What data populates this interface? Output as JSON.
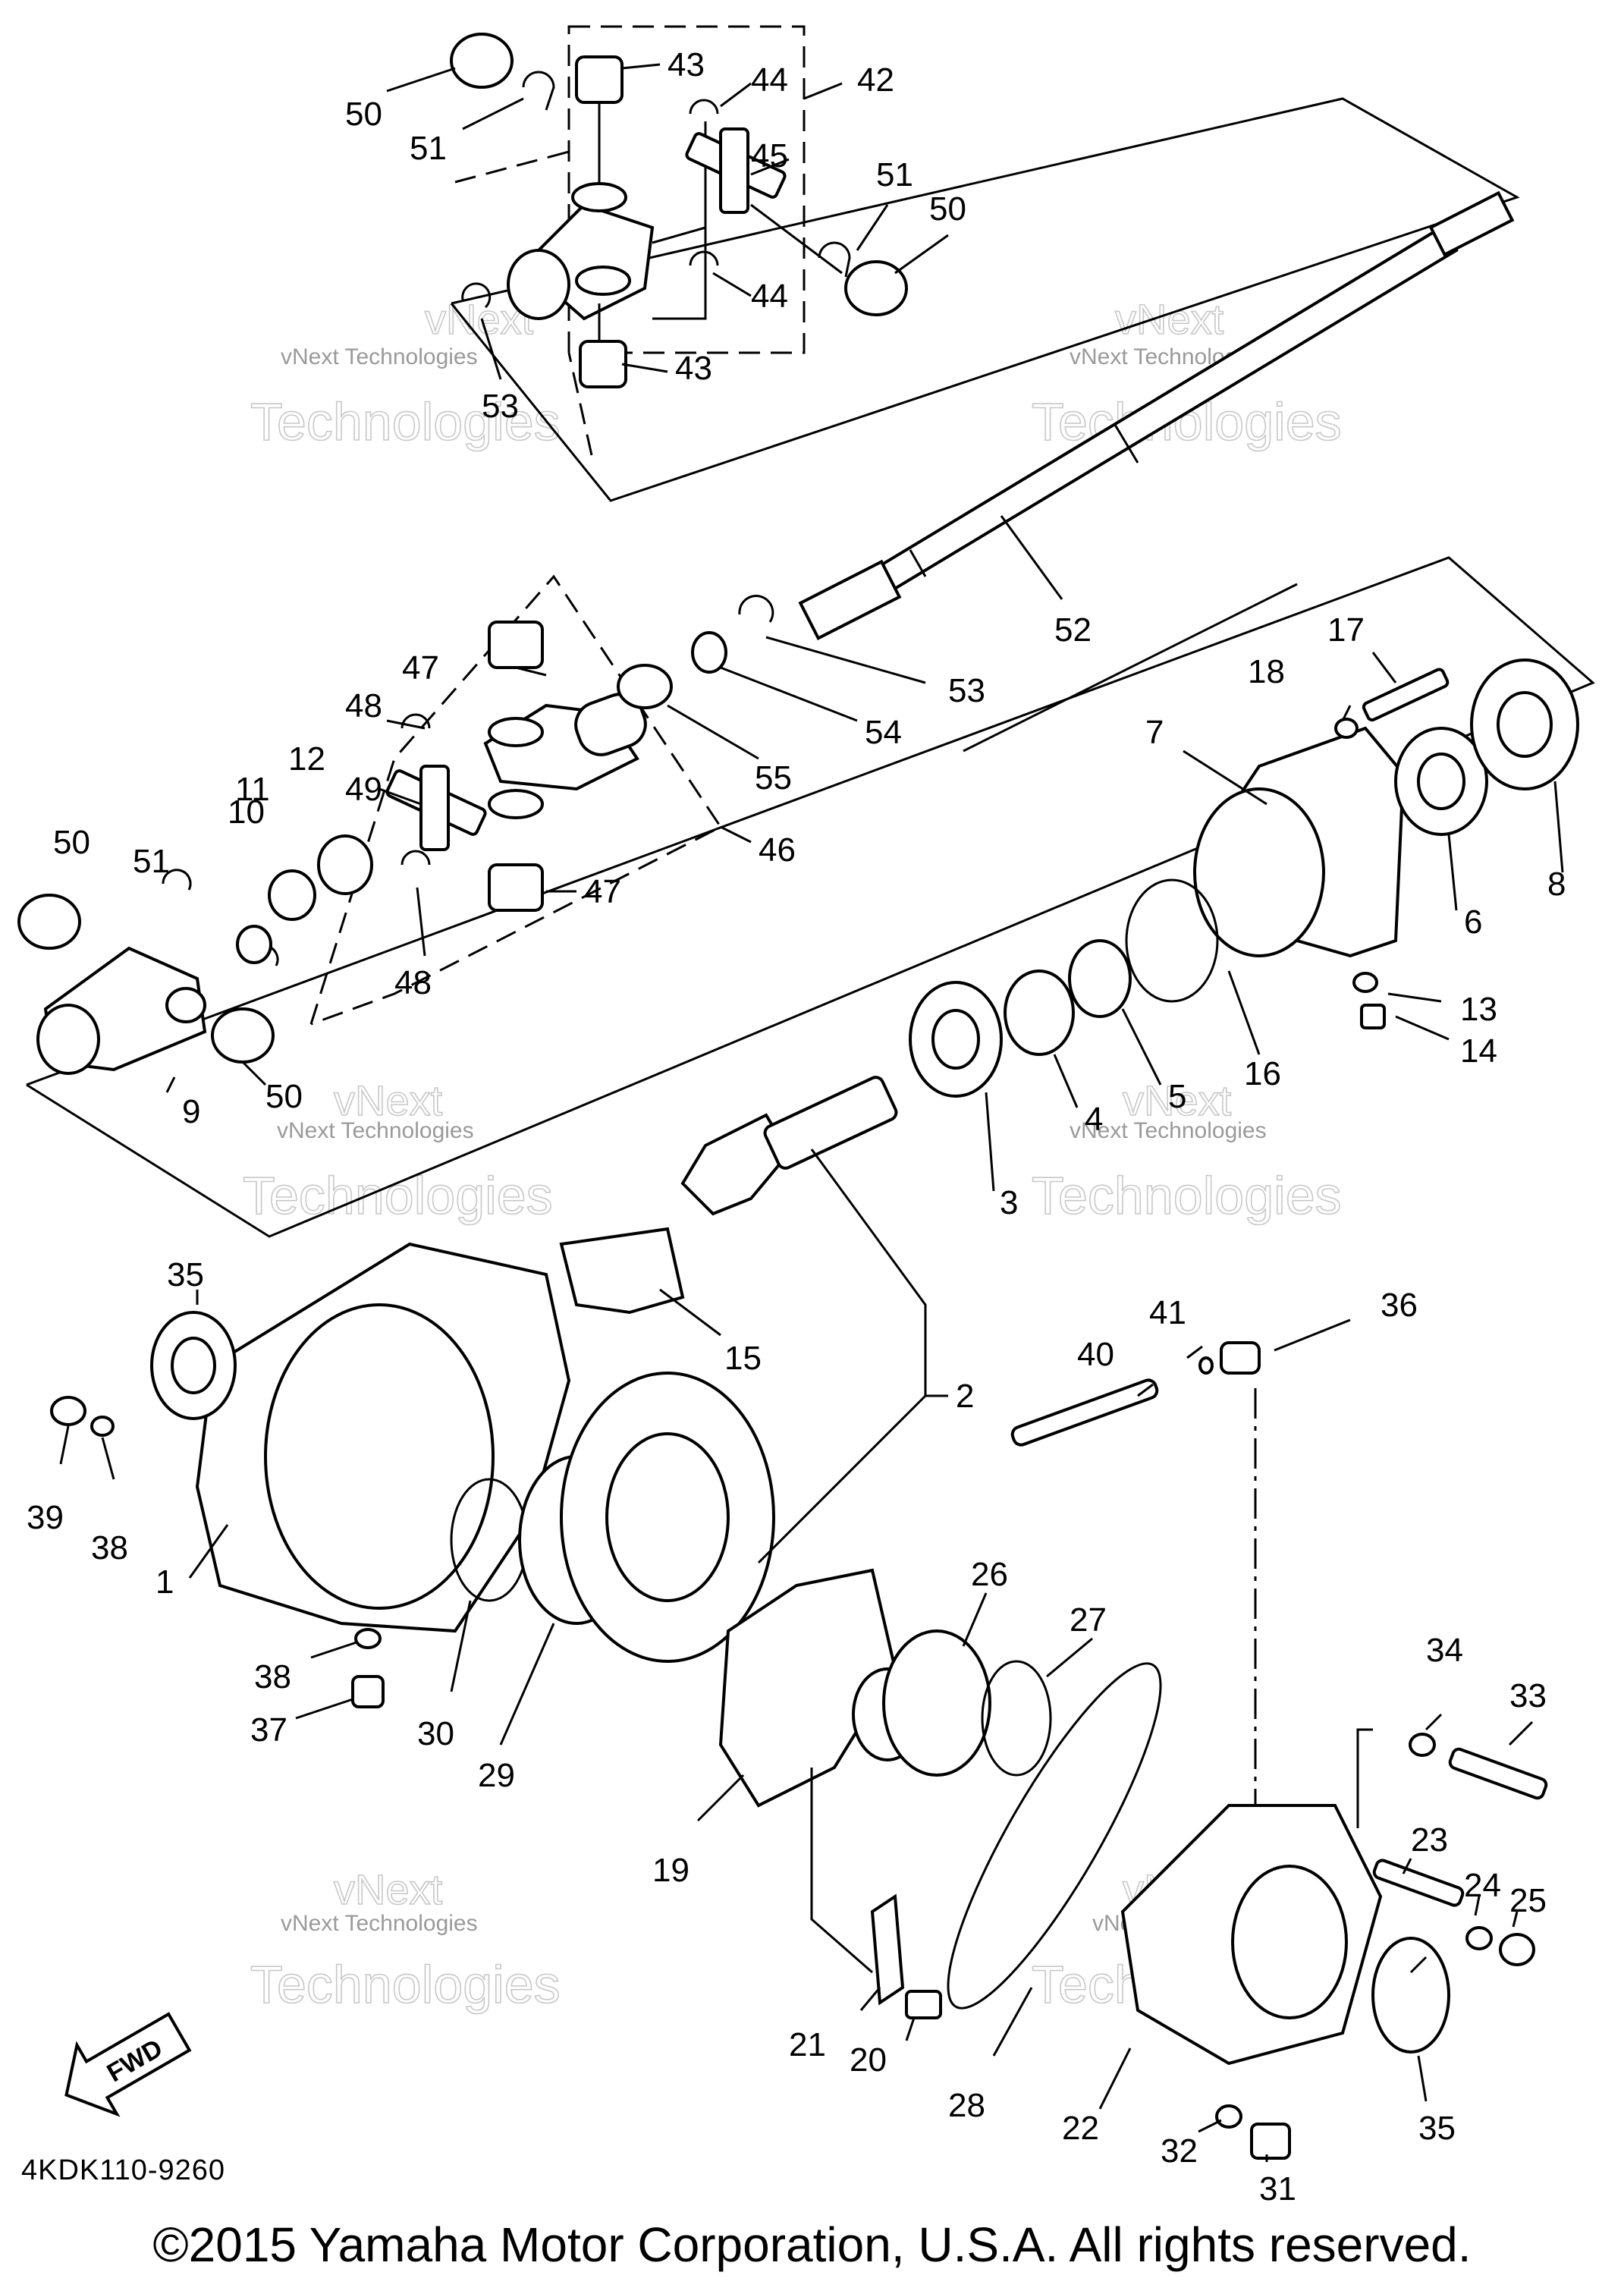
{
  "watermark": {
    "line1": "vNext",
    "line2": "vNext Technologies",
    "line3": "Technologies"
  },
  "fwd_label": "FWD",
  "doc_code": "4KDK110-9260",
  "copyright": "©2015 Yamaha Motor Corporation, U.S.A. All rights reserved.",
  "callouts": [
    "1",
    "2",
    "3",
    "4",
    "5",
    "6",
    "7",
    "8",
    "9",
    "10",
    "11",
    "12",
    "13",
    "14",
    "15",
    "16",
    "17",
    "18",
    "19",
    "20",
    "21",
    "22",
    "23",
    "24",
    "25",
    "26",
    "27",
    "28",
    "29",
    "30",
    "31",
    "32",
    "33",
    "34",
    "35",
    "35",
    "36",
    "37",
    "38",
    "38",
    "39",
    "40",
    "41",
    "42",
    "43",
    "43",
    "44",
    "44",
    "45",
    "46",
    "47",
    "47",
    "48",
    "48",
    "49",
    "50",
    "50",
    "50",
    "50",
    "51",
    "51",
    "51",
    "52",
    "53",
    "53",
    "54",
    "55"
  ]
}
